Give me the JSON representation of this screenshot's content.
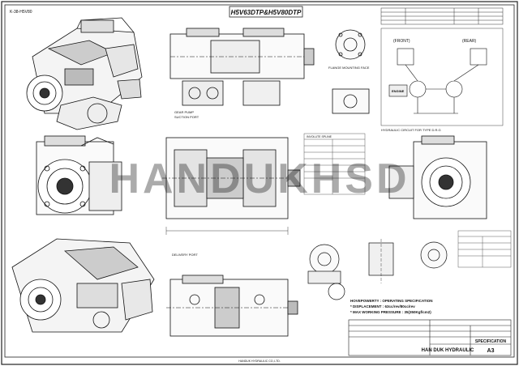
{
  "title_block": {
    "drawing_title": "H5V63DTP&H5V80DTP",
    "top_left_code": "K-38-H5V80",
    "company": "HAN DUK HYDRAULIC",
    "sheet_label": "SPECIFICATION",
    "sheet_size": "A3"
  },
  "views": {
    "front_label": "(FRONT)",
    "rear_label": "(REAR)",
    "flange_face_note": "FLANGE MOUNTING FACE",
    "gear_pump_note": "GEAR PUMP",
    "suction_port_note": "SUCTION PORT",
    "delivery_port_note": "DELIVERY PORT",
    "hydraulic_circuit_note": "HYDRAULIC CIRCUIT FOR TYPE D.R.G",
    "involute_spline_note": "INVOLUTE SPLINE",
    "engine_label": "ENGINE"
  },
  "specifications": {
    "header": "HOVEPOWERTY : OPERATING SPECIFICATION",
    "line1": "* DISPLACEMENT : 63cc/rev/80cc/rev",
    "line2": "* MAX WORKING PRESSURE : 35(350Kgf/cm2)"
  },
  "watermark": "HANDUKHSD",
  "footer": "HANDUK HYDRAULIC CO.,LTD."
}
